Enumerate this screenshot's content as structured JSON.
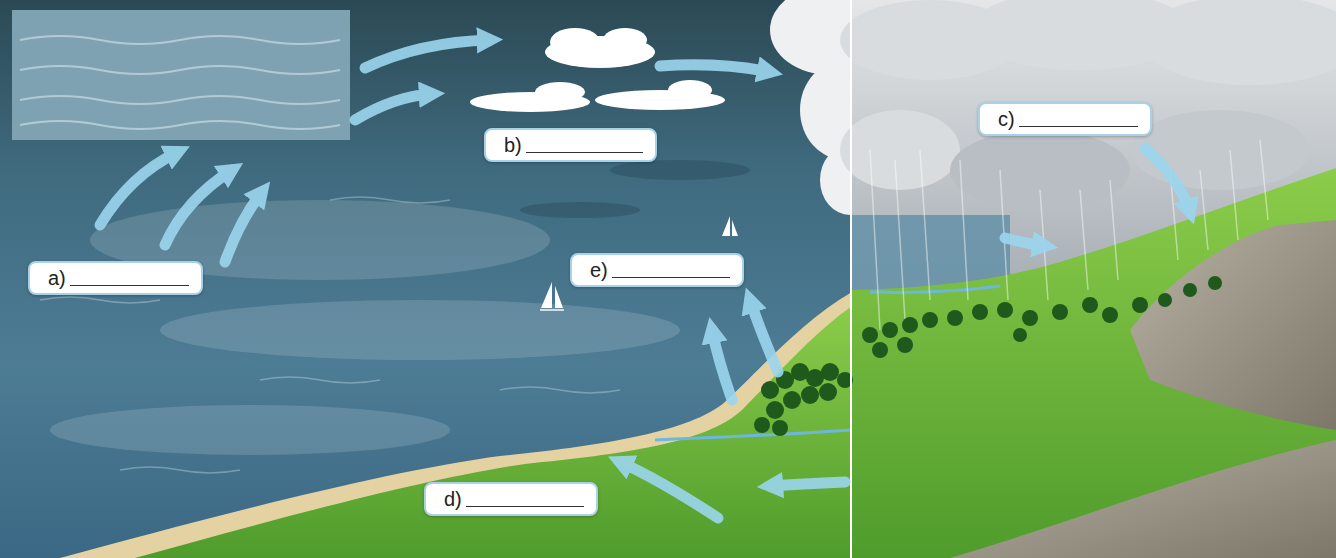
{
  "diagram": {
    "nodes": [
      {
        "text": [
          "a)"
        ]
      },
      {
        "text": [
          "b)"
        ]
      },
      {
        "text": [
          "c)"
        ]
      },
      {
        "text": [
          "d)"
        ]
      },
      {
        "text": [
          "e)"
        ]
      }
    ]
  }
}
